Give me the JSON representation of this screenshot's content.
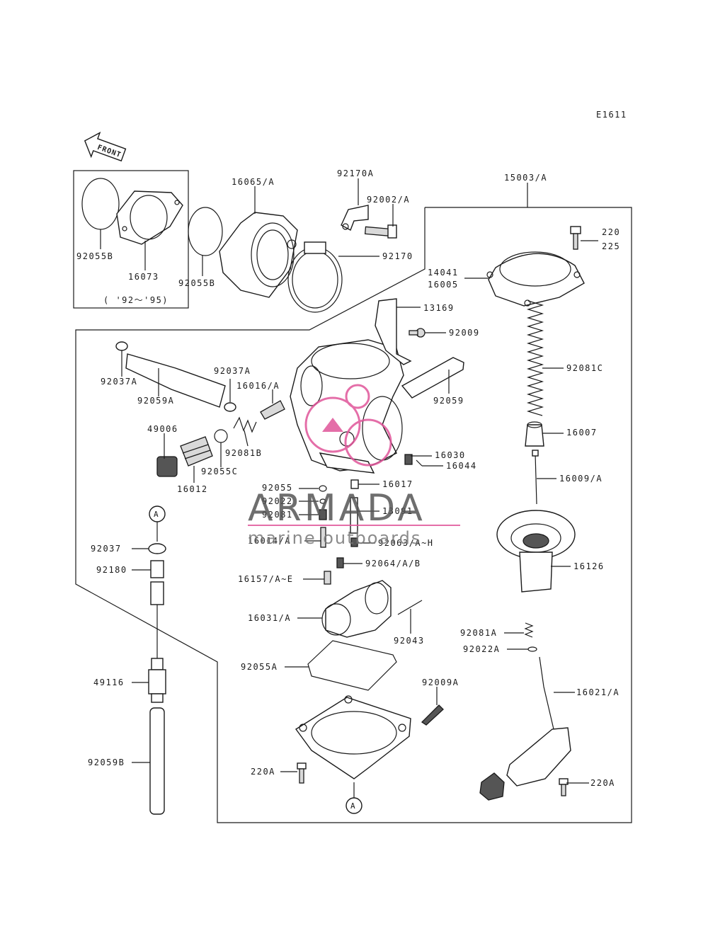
{
  "diagram_code": "E1611",
  "front_label": "FRONT",
  "inset_note": "( '92～'95)",
  "watermark": {
    "brand": "ARMADA",
    "tagline": "marine outboards",
    "brand_color": "#555555",
    "accent_color": "#e0559a"
  },
  "labels": {
    "l92055B_a": "92055B",
    "l16073": "16073",
    "l92055B_b": "92055B",
    "l16065": "16065/A",
    "l92170A": "92170A",
    "l92002": "92002/A",
    "l92170": "92170",
    "l15003": "15003/A",
    "l220": "220",
    "l225": "225",
    "l14041": "14041",
    "l16005": "16005",
    "l13169": "13169",
    "l92009": "92009",
    "l92081C": "92081C",
    "l16007": "16007",
    "l16009": "16009/A",
    "l16126": "16126",
    "l92037A_a": "92037A",
    "l92059A": "92059A",
    "l92037A_b": "92037A",
    "l16016": "16016/A",
    "l92059": "92059",
    "l49006": "49006",
    "l92081B": "92081B",
    "l92055C": "92055C",
    "l16012": "16012",
    "l16030": "16030",
    "l16044": "16044",
    "l92055": "92055",
    "l92022": "92022",
    "l92081": "92081",
    "l16017": "16017",
    "l13091": "13091",
    "l16014": "16014/A",
    "l92063": "92063/A~H",
    "l92064": "92064/A/B",
    "l16157": "16157/A~E",
    "l92037": "92037",
    "l92180": "92180",
    "l16031": "16031/A",
    "l92043": "92043",
    "l92081A": "92081A",
    "l92022A": "92022A",
    "l16021": "16021/A",
    "l92055A": "92055A",
    "l92009A": "92009A",
    "l49116": "49116",
    "l92059B": "92059B",
    "l220A_a": "220A",
    "l220A_b": "220A",
    "refA_top": "A",
    "refA_bottom": "A"
  }
}
